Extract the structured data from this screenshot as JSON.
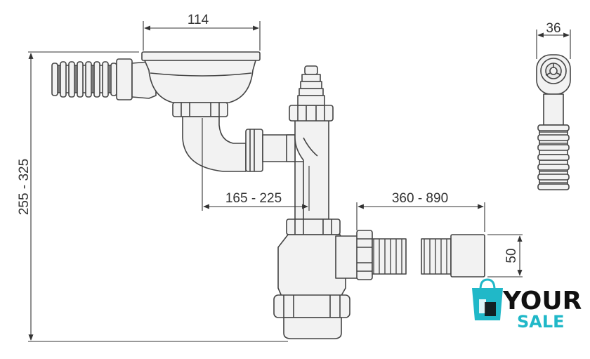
{
  "dimensions": {
    "top_width": "114",
    "overall_height": "255 - 325",
    "horizontal_offset": "165 - 225",
    "extension_length": "360 - 890",
    "outlet_diameter": "50",
    "side_view_width": "36"
  },
  "watermark": {
    "word_1": "YOUR",
    "word_2": "SALE",
    "accent_color": "#20b8c8"
  },
  "colors": {
    "line": "#444444",
    "fill_light": "#f2f2f2",
    "fill_mid": "#e6e6e6"
  }
}
